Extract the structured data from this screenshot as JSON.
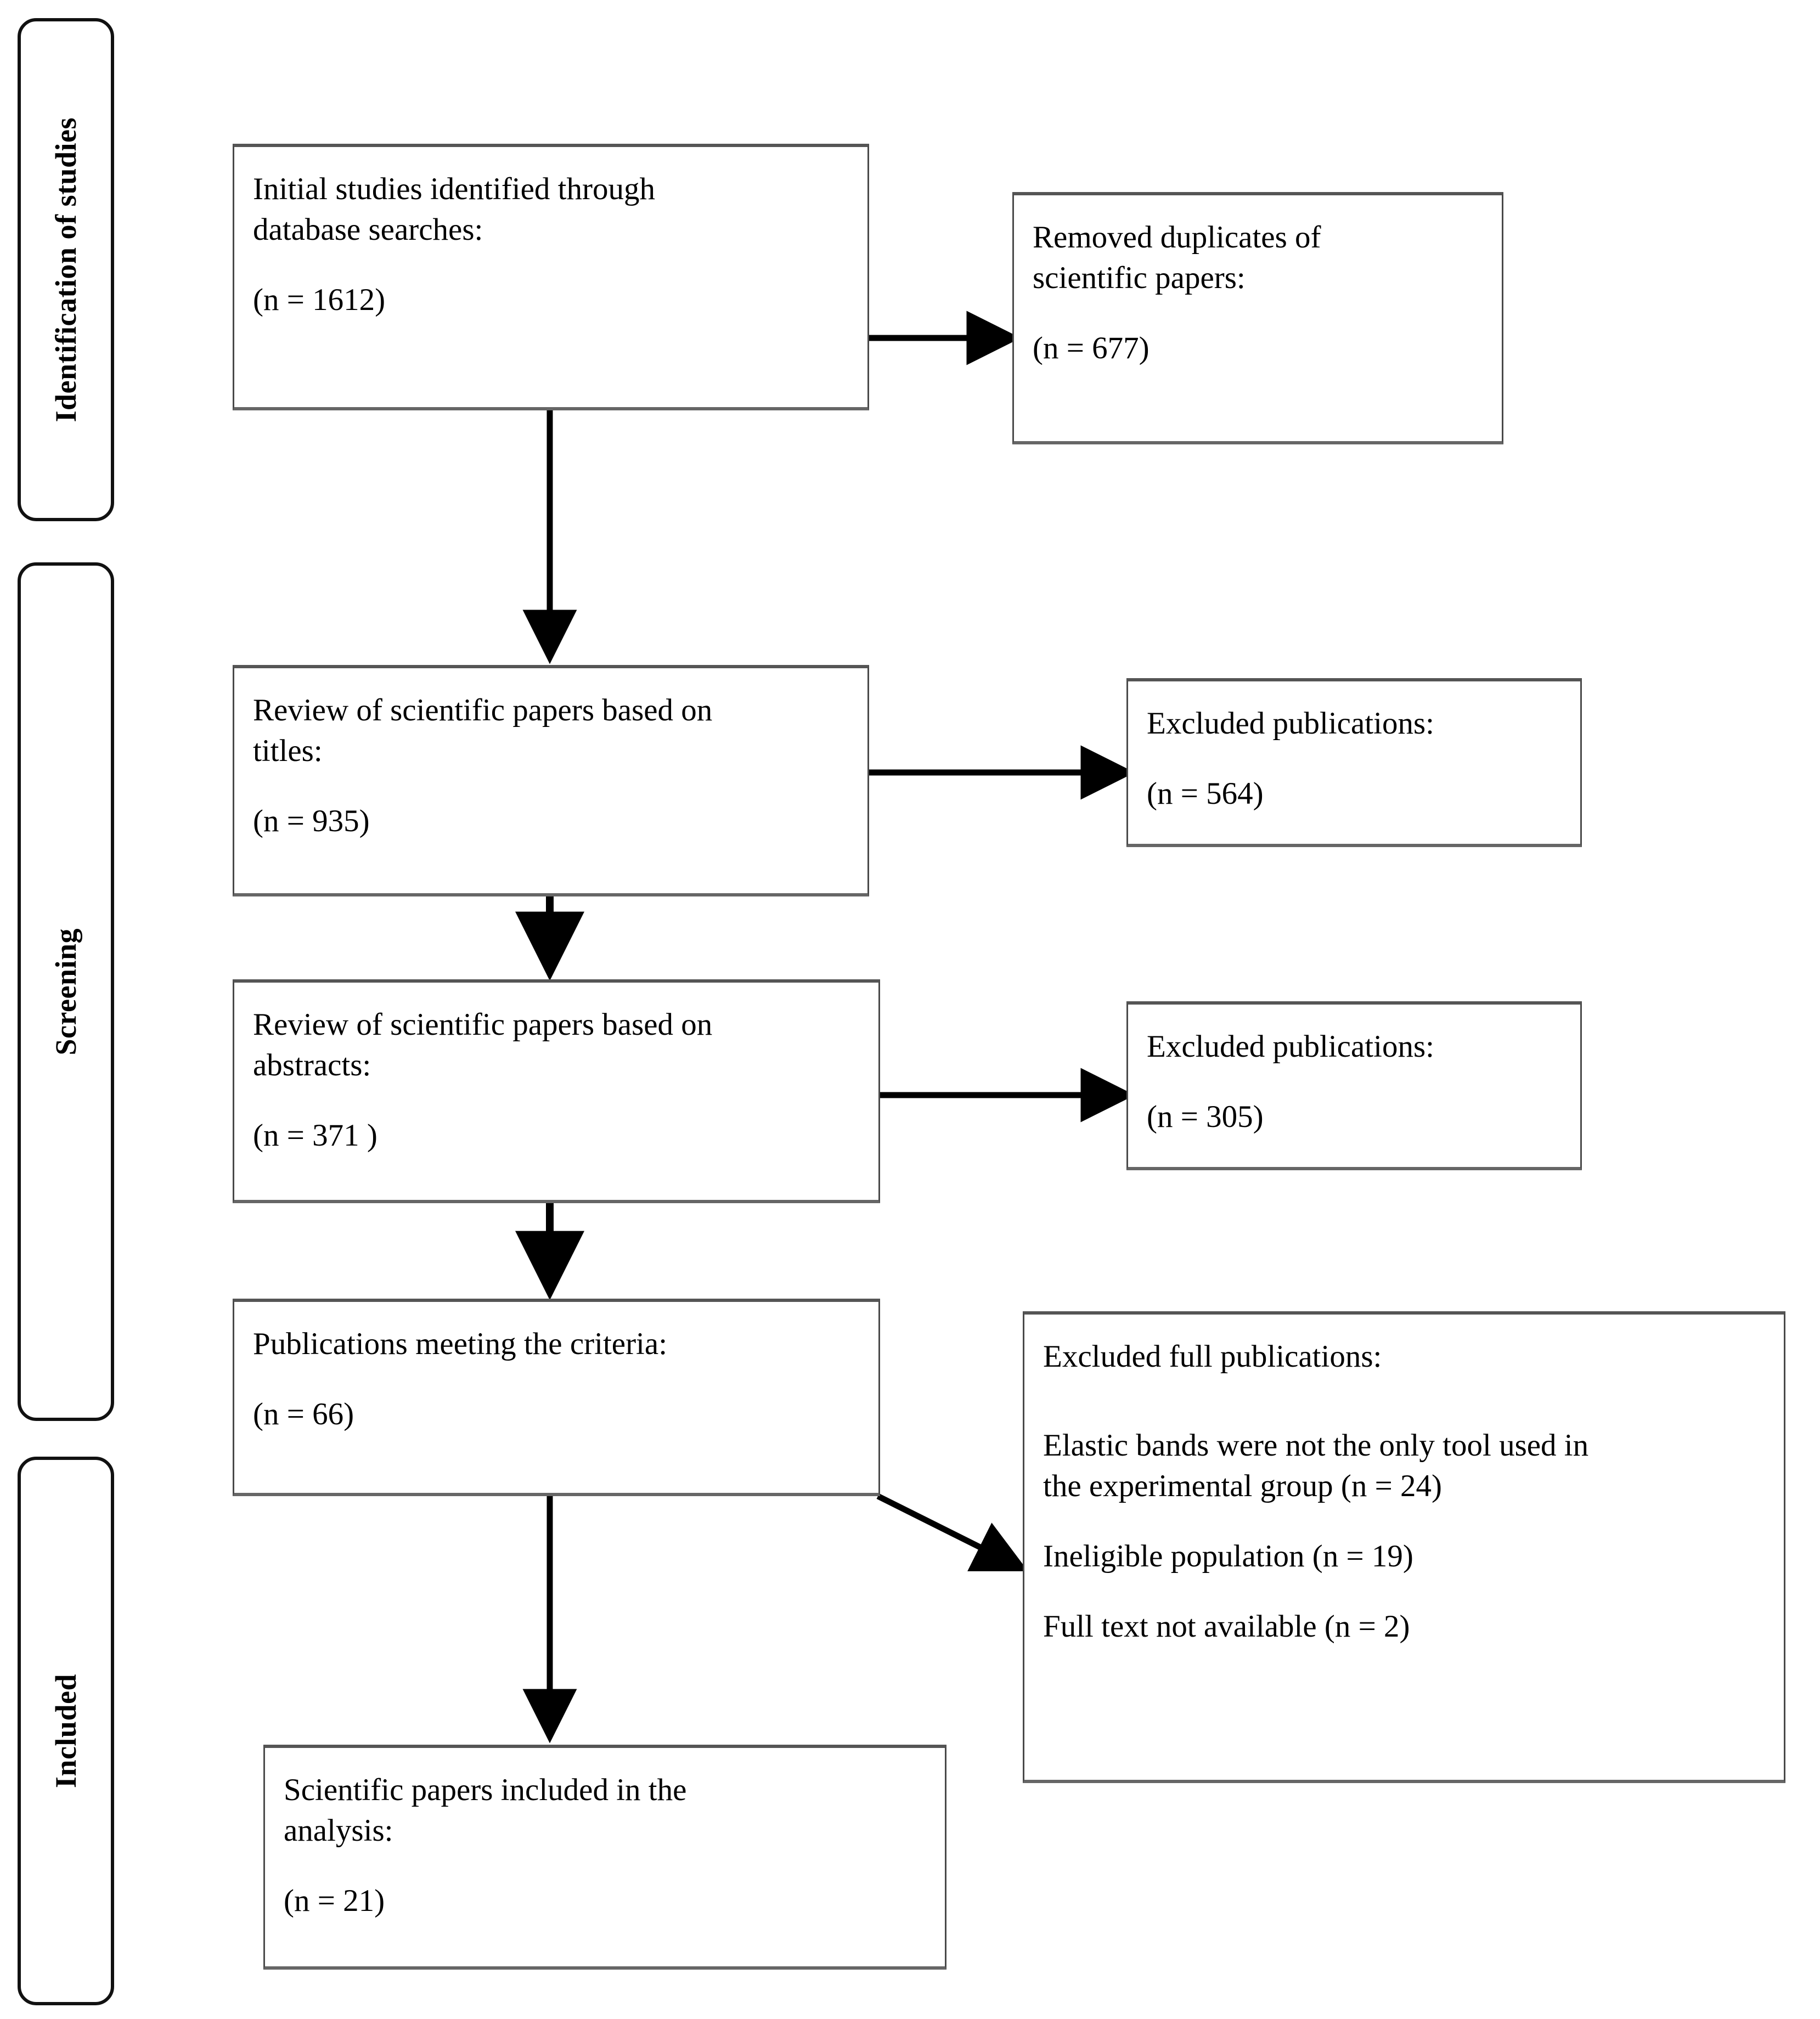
{
  "diagram": {
    "type": "prisma-flow-diagram",
    "stages": [
      {
        "id": "identification",
        "label": "Identification of studies"
      },
      {
        "id": "screening",
        "label": "Screening"
      },
      {
        "id": "included",
        "label": "Included"
      }
    ],
    "boxes": {
      "initial_studies": {
        "line1": "Initial studies identified through",
        "line2": "database searches:",
        "count": "(n = 1612)"
      },
      "removed_duplicates": {
        "line1": "Removed duplicates of",
        "line2": "scientific papers:",
        "count": "(n = 677)"
      },
      "review_titles": {
        "line1": "Review of scientific papers based on",
        "line2": "titles:",
        "count": "(n = 935)"
      },
      "excluded_titles": {
        "line1": "Excluded publications:",
        "count": "(n = 564)"
      },
      "review_abstracts": {
        "line1": "Review of scientific papers based on",
        "line2": "abstracts:",
        "count": "(n = 371 )"
      },
      "excluded_abstracts": {
        "line1": "Excluded publications:",
        "count": "(n = 305)"
      },
      "meeting_criteria": {
        "line1": "Publications meeting the criteria:",
        "count": "(n = 66)"
      },
      "excluded_full": {
        "heading": "Excluded full publications:",
        "reason1_line1": "Elastic bands were not the only tool used in",
        "reason1_line2": "the experimental group (n = 24)",
        "reason2": "Ineligible population (n = 19)",
        "reason3": "Full text not available (n = 2)"
      },
      "included_analysis": {
        "line1": "Scientific papers included in the",
        "line2": "analysis:",
        "count": "(n = 21)"
      }
    }
  },
  "colors": {
    "stroke": "#000000",
    "box_border": "#4a4a4a",
    "background": "#ffffff"
  }
}
